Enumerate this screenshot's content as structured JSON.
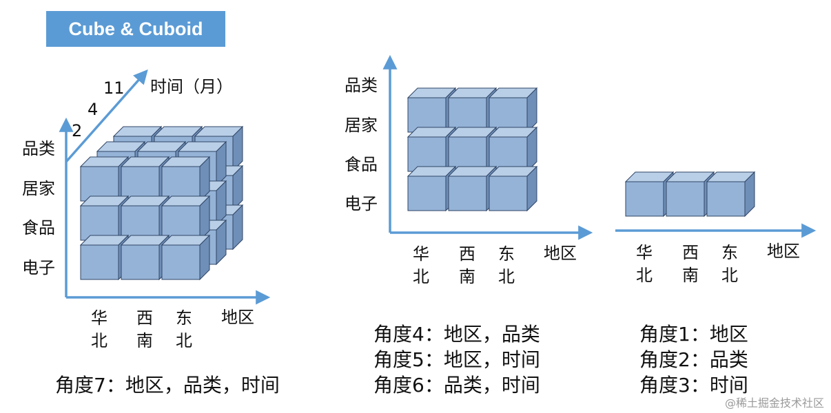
{
  "title": "Cube & Cuboid",
  "colors": {
    "axis": "#5b9bd5",
    "cube_front": "#95b3d7",
    "cube_top": "#b9cfe8",
    "cube_side": "#6f8fb8",
    "cube_edge": "#2f4464",
    "badge": "#5b9bd5"
  },
  "cube3d": {
    "region_axis": "地区",
    "time_axis": "时间（月）",
    "time_ticks": [
      "2",
      "4",
      "11"
    ],
    "category_labels": [
      "品类",
      "居家",
      "食品",
      "电子"
    ],
    "region_labels": [
      {
        "top": "华",
        "bottom": "北"
      },
      {
        "top": "西",
        "bottom": "南"
      },
      {
        "top": "东",
        "bottom": "北"
      }
    ],
    "caption": "角度7：地区，品类，时间"
  },
  "grid2d": {
    "category_labels": [
      "品类",
      "居家",
      "食品",
      "电子"
    ],
    "region_axis": "地区",
    "region_labels": [
      {
        "top": "华",
        "bottom": "北"
      },
      {
        "top": "西",
        "bottom": "南"
      },
      {
        "top": "东",
        "bottom": "北"
      }
    ],
    "captions": [
      "角度4：地区，品类",
      "角度5：地区，时间",
      "角度6：品类，时间"
    ]
  },
  "row1d": {
    "region_axis": "地区",
    "region_labels": [
      {
        "top": "华",
        "bottom": "北"
      },
      {
        "top": "西",
        "bottom": "南"
      },
      {
        "top": "东",
        "bottom": "北"
      }
    ],
    "captions": [
      "角度1：地区",
      "角度2：品类",
      "角度3：时间"
    ]
  },
  "watermark": "@稀土掘金技术社区"
}
